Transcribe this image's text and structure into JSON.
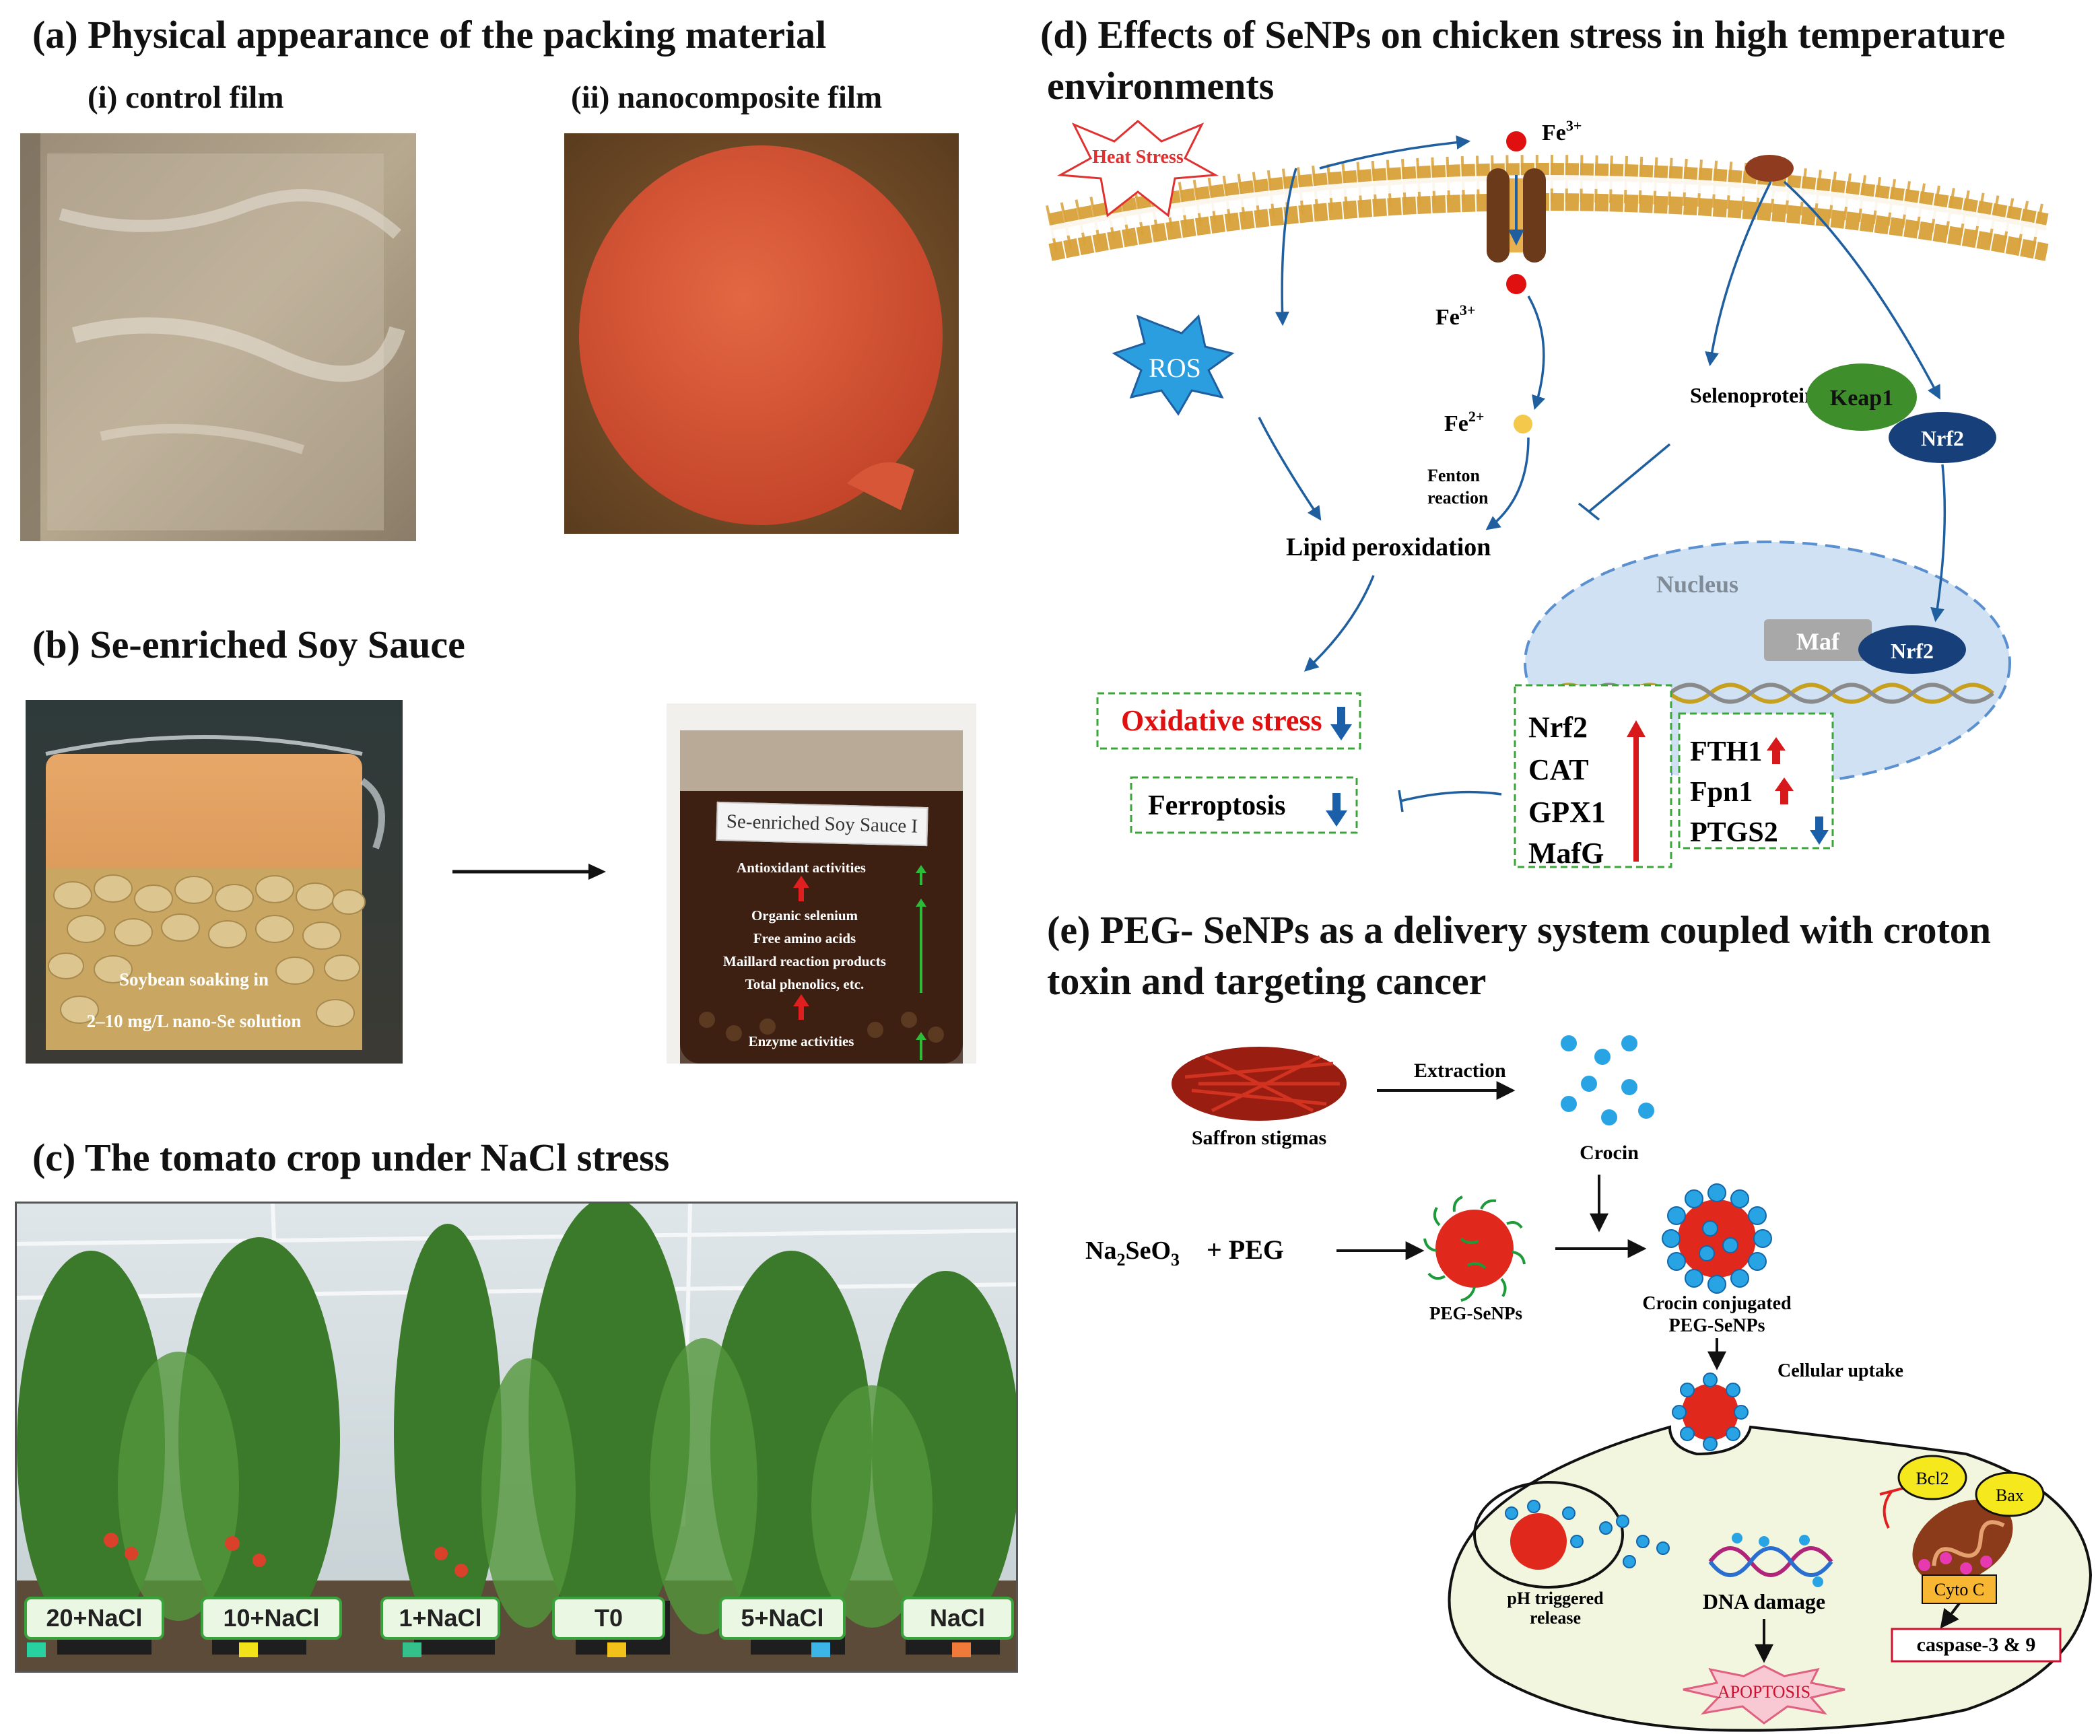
{
  "panel_a": {
    "title": "(a) Physical appearance of the packing material",
    "sub_i": "(i) control film",
    "sub_ii": "(ii) nanocomposite film"
  },
  "panel_b": {
    "title": "(b) Se-enriched Soy Sauce",
    "soak_line1": "Soybean soaking in",
    "soak_line2": "2–10 mg/L nano-Se solution",
    "bottle_label": "Se-enriched Soy Sauce I",
    "antioxidant": "Antioxidant activities",
    "list1": "Organic selenium",
    "list2": "Free amino acids",
    "list3": "Maillard reaction products",
    "list4": "Total phenolics, etc.",
    "enzyme": "Enzyme activities"
  },
  "panel_c": {
    "title": "(c) The tomato crop under NaCl stress",
    "tags": [
      "20+NaCl",
      "10+NaCl",
      "1+NaCl",
      "T0",
      "5+NaCl",
      "NaCl"
    ],
    "tag_colors": [
      "#28d2a0",
      "#f2e21a",
      "#33c08a",
      "#f3c21a",
      "#3cb6e6",
      "#f07a3a"
    ]
  },
  "panel_d": {
    "title_line1": "(d) Effects of SeNPs on chicken stress in high temperature",
    "title_line2": "environments",
    "heat_stress": "Heat Stress",
    "fe3_top": "Fe",
    "fe3_sup": "3+",
    "fe3_mid": "Fe",
    "fe3_mid_sup": "3+",
    "fe2": "Fe",
    "fe2_sup": "2+",
    "ros": "ROS",
    "fenton1": "Fenton",
    "fenton2": "reaction",
    "selenoproteins": "Selenoproteins",
    "keap1": "Keap1",
    "nrf2": "Nrf2",
    "lipid": "Lipid peroxidation",
    "nucleus": "Nucleus",
    "maf": "Maf",
    "nrf2_nuc": "Nrf2",
    "oxidative": "Oxidative stress",
    "ferroptosis": "Ferroptosis",
    "genes_up": [
      "Nrf2",
      "CAT",
      "GPX1",
      "MafG"
    ],
    "fth1": "FTH1",
    "fpn1": "Fpn1",
    "ptgs2": "PTGS2",
    "colors": {
      "up": "#d7191c",
      "down": "#1b5fa8",
      "box": "#3aa63a",
      "keap1": "#3e8e2c",
      "nrf2": "#173f7a"
    }
  },
  "panel_e": {
    "title_line1": "(e) PEG- SeNPs as a delivery system coupled with croton",
    "title_line2": "toxin and targeting cancer",
    "saffron": "Saffron stigmas",
    "extraction": "Extraction",
    "crocin": "Crocin",
    "na2seo3": "Na",
    "na2_sub1": "2",
    "na2_mid": "SeO",
    "na2_sub2": "3",
    "plus_peg": "+  PEG",
    "peg_senps": "PEG-SeNPs",
    "crocin_conj1": "Crocin conjugated",
    "crocin_conj2": "PEG-SeNPs",
    "uptake": "Cellular uptake",
    "ph1": "pH triggered",
    "ph2": "release",
    "dna": "DNA damage",
    "apoptosis": "APOPTOSIS",
    "bcl2": "Bcl2",
    "bax": "Bax",
    "cytoc": "Cyto C",
    "caspase": "caspase-3  & 9"
  }
}
